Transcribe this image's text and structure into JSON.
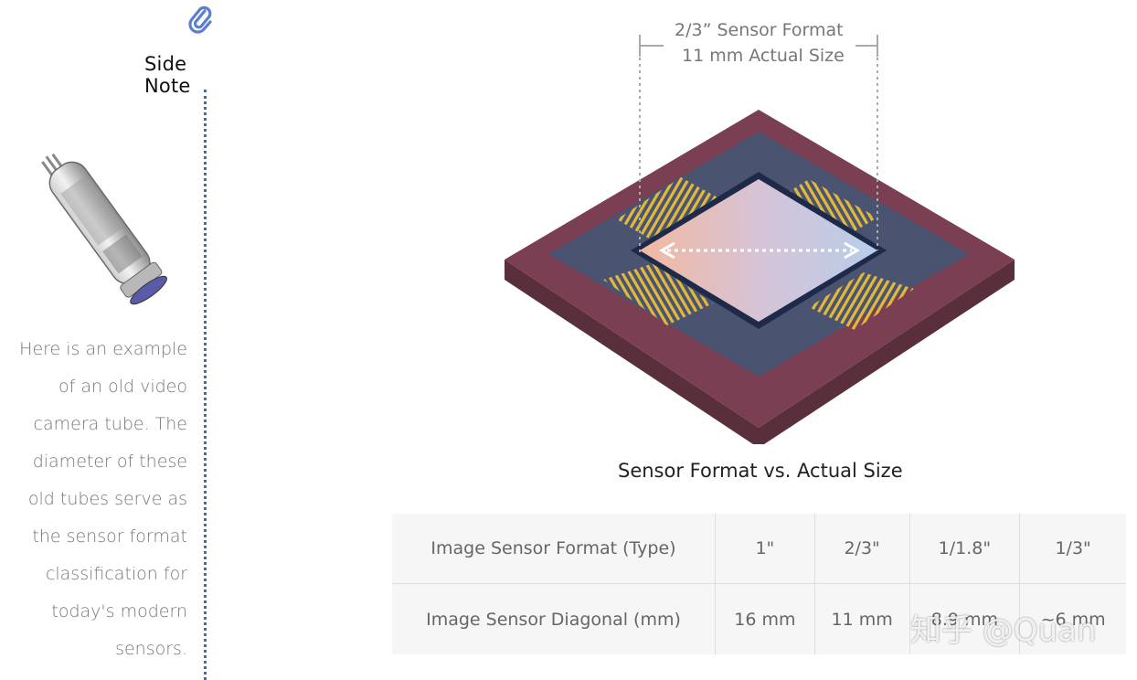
{
  "sidebar": {
    "icon": "paperclip-icon",
    "title": "Side Note",
    "tube_image": "video-camera-tube-photo",
    "note": "Here is an example of an old video camera tube. The diameter of these old tubes serve as the sensor format classification for today's modern sensors.",
    "note_lines": [
      "Here is an example",
      "of an old video",
      "camera tube. The",
      "diameter of these",
      "old tubes serve as",
      "the sensor format",
      "classification for",
      "today's modern",
      "sensors."
    ]
  },
  "figure": {
    "label_line1": "2/3” Sensor Format",
    "label_line2": "11 mm Actual Size",
    "caption": "Sensor Format vs. Actual Size"
  },
  "table": {
    "rows": [
      {
        "label": "Image Sensor Format (Type)",
        "values": [
          "1\"",
          "2/3\"",
          "1/1.8\"",
          "1/3\""
        ]
      },
      {
        "label": "Image Sensor Diagonal (mm)",
        "values": [
          "16 mm",
          "11 mm",
          "8.9 mm",
          "~6 mm"
        ]
      }
    ]
  },
  "watermark": "知乎 @Quan",
  "colors": {
    "accent": "#3a6fb0",
    "package": "#7a3f52",
    "die_frame": "#4a5370",
    "gold_pins": "#e2b93b"
  }
}
